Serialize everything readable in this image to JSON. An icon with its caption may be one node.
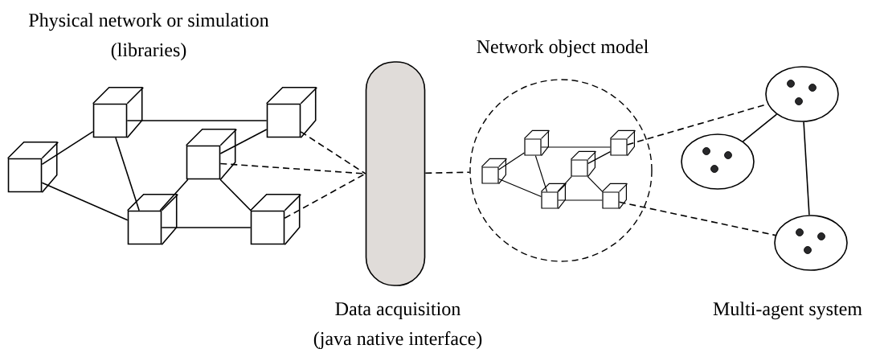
{
  "diagram": {
    "nodes": [
      {
        "text": [],
        "shape": "cube"
      },
      {
        "text": [],
        "shape": "cube"
      },
      {
        "text": [],
        "shape": "cube"
      },
      {
        "text": [],
        "shape": "cube"
      },
      {
        "text": [],
        "shape": "cube"
      },
      {
        "text": [],
        "shape": "cube"
      },
      {
        "text": [
          "Data acquisition",
          "(java native interface)"
        ]
      },
      {
        "text": [
          "Network object model"
        ]
      },
      {
        "text": [],
        "shape": "cube",
        "in": 7
      },
      {
        "text": [],
        "shape": "cube",
        "in": 7
      },
      {
        "text": [],
        "shape": "cube",
        "in": 7
      },
      {
        "text": [],
        "shape": "cube",
        "in": 7
      },
      {
        "text": [],
        "shape": "cube",
        "in": 7
      },
      {
        "text": [],
        "shape": "cube",
        "in": 7
      },
      {
        "text": [],
        "shape": "circle"
      },
      {
        "text": [],
        "shape": "circle"
      },
      {
        "text": [],
        "shape": "circle"
      }
    ],
    "edges": [
      {
        "from": 0,
        "to": 1,
        "arrow": "none"
      },
      {
        "from": 0,
        "to": 4,
        "arrow": "none"
      },
      {
        "from": 1,
        "to": 2,
        "arrow": "none"
      },
      {
        "from": 1,
        "to": 4,
        "arrow": "none"
      },
      {
        "from": 3,
        "to": 2,
        "arrow": "none"
      },
      {
        "from": 3,
        "to": 4,
        "arrow": "none"
      },
      {
        "from": 3,
        "to": 5,
        "arrow": "none"
      },
      {
        "from": 4,
        "to": 5,
        "arrow": "none"
      },
      {
        "from": 2,
        "to": 6,
        "arrow": "none",
        "style": "dashed"
      },
      {
        "from": 3,
        "to": 6,
        "arrow": "none",
        "style": "dashed"
      },
      {
        "from": 5,
        "to": 6,
        "arrow": "none",
        "style": "dashed"
      },
      {
        "from": 6,
        "to": 7,
        "arrow": "none",
        "style": "dashed"
      },
      {
        "from": 8,
        "to": 9,
        "arrow": "none"
      },
      {
        "from": 8,
        "to": 12,
        "arrow": "none"
      },
      {
        "from": 9,
        "to": 10,
        "arrow": "none"
      },
      {
        "from": 9,
        "to": 12,
        "arrow": "none"
      },
      {
        "from": 11,
        "to": 10,
        "arrow": "none"
      },
      {
        "from": 11,
        "to": 12,
        "arrow": "none"
      },
      {
        "from": 11,
        "to": 13,
        "arrow": "none"
      },
      {
        "from": 12,
        "to": 13,
        "arrow": "none"
      },
      {
        "from": 10,
        "to": 14,
        "arrow": "none",
        "style": "dashed"
      },
      {
        "from": 13,
        "to": 16,
        "arrow": "none",
        "style": "dashed"
      },
      {
        "from": 15,
        "to": 14,
        "arrow": "none"
      },
      {
        "from": 14,
        "to": 16,
        "arrow": "none"
      }
    ],
    "labels": [
      "Physical network or simulation",
      "(libraries)",
      "Multi-agent system"
    ]
  }
}
